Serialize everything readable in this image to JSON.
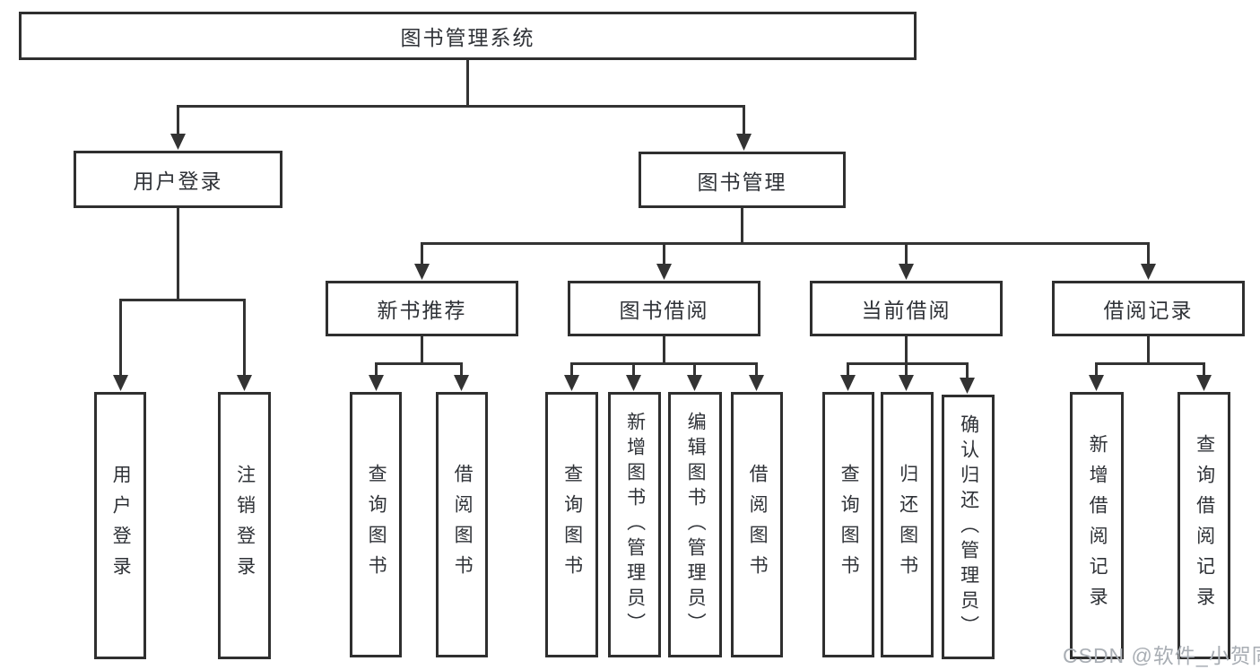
{
  "diagram": {
    "title": "图书管理系统",
    "watermark": "CSDN @软件_小贺同学",
    "colors": {
      "line": "#333333",
      "box_border": "#2f2f2f",
      "text": "#2f3237",
      "background": "#ffffff",
      "watermark": "#a9aeb4"
    },
    "nodes": [
      {
        "id": "root",
        "label": "图书管理系统",
        "parent": null,
        "vertical": false
      },
      {
        "id": "user-login",
        "label": "用户登录",
        "parent": "root",
        "vertical": false
      },
      {
        "id": "book-mgmt",
        "label": "图书管理",
        "parent": "root",
        "vertical": false
      },
      {
        "id": "login",
        "label": "用户登录",
        "parent": "user-login",
        "vertical": true
      },
      {
        "id": "logout",
        "label": "注销登录",
        "parent": "user-login",
        "vertical": true
      },
      {
        "id": "new-book-rec",
        "label": "新书推荐",
        "parent": "book-mgmt",
        "vertical": false
      },
      {
        "id": "book-borrow",
        "label": "图书借阅",
        "parent": "book-mgmt",
        "vertical": false
      },
      {
        "id": "current-borrow",
        "label": "当前借阅",
        "parent": "book-mgmt",
        "vertical": false
      },
      {
        "id": "borrow-records",
        "label": "借阅记录",
        "parent": "book-mgmt",
        "vertical": false
      },
      {
        "id": "nbr-query",
        "label": "查询图书",
        "parent": "new-book-rec",
        "vertical": true
      },
      {
        "id": "nbr-borrow",
        "label": "借阅图书",
        "parent": "new-book-rec",
        "vertical": true
      },
      {
        "id": "bb-query",
        "label": "查询图书",
        "parent": "book-borrow",
        "vertical": true
      },
      {
        "id": "bb-add",
        "label": "新增图书（管理员）",
        "parent": "book-borrow",
        "vertical": true
      },
      {
        "id": "bb-edit",
        "label": "编辑图书（管理员）",
        "parent": "book-borrow",
        "vertical": true
      },
      {
        "id": "bb-borrow",
        "label": "借阅图书",
        "parent": "book-borrow",
        "vertical": true
      },
      {
        "id": "cb-query",
        "label": "查询图书",
        "parent": "current-borrow",
        "vertical": true
      },
      {
        "id": "cb-return",
        "label": "归还图书",
        "parent": "current-borrow",
        "vertical": true
      },
      {
        "id": "cb-confirm",
        "label": "确认归还（管理员）",
        "parent": "current-borrow",
        "vertical": true
      },
      {
        "id": "br-add",
        "label": "新增借阅记录",
        "parent": "borrow-records",
        "vertical": true
      },
      {
        "id": "br-query",
        "label": "查询借阅记录",
        "parent": "borrow-records",
        "vertical": true
      }
    ]
  }
}
